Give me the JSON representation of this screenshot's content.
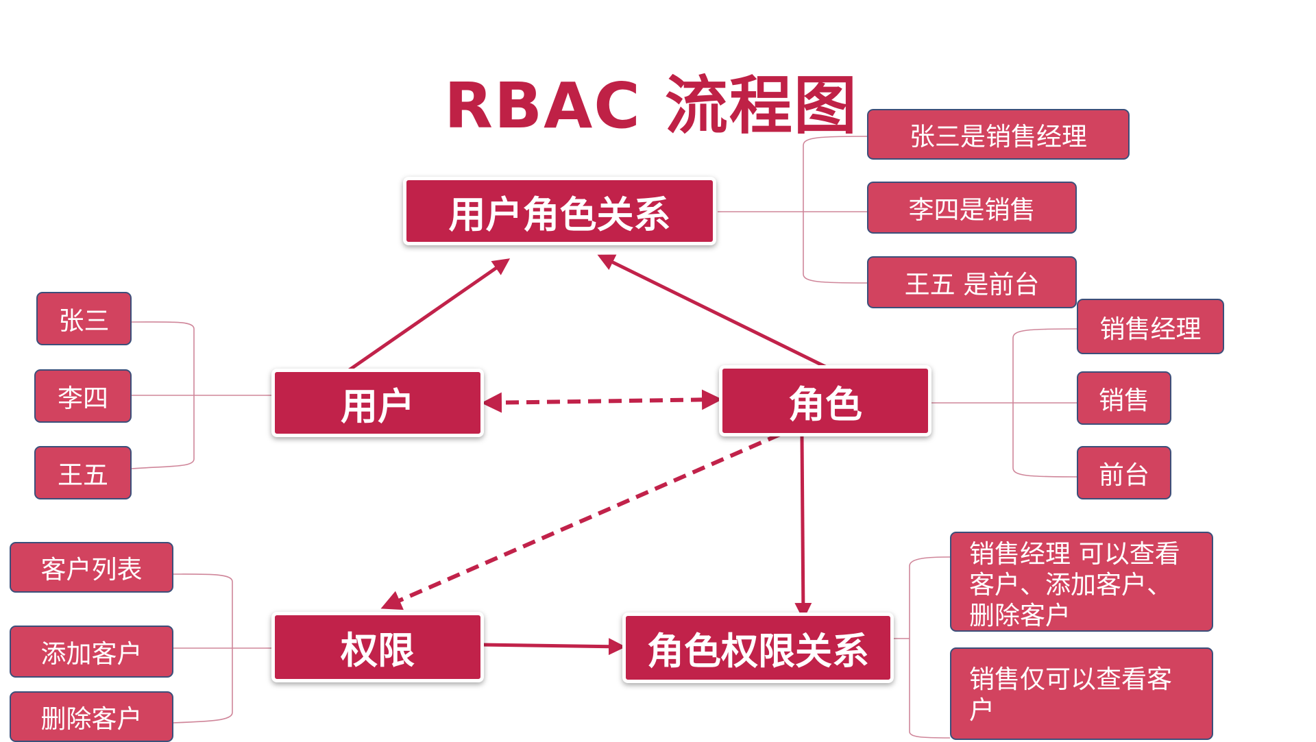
{
  "title": "RBAC 流程图",
  "nodes": {
    "user_role": "用户角色关系",
    "user": "用户",
    "role": "角色",
    "permission": "权限",
    "role_permission": "角色权限关系"
  },
  "users": [
    "张三",
    "李四",
    "王五"
  ],
  "user_role_examples": [
    "张三是销售经理",
    "李四是销售",
    "王五 是前台"
  ],
  "roles": [
    "销售经理",
    "销售",
    "前台"
  ],
  "permissions": [
    "客户列表",
    "添加客户",
    "删除客户"
  ],
  "role_permission_examples": [
    "销售经理 可以查看客户、添加客户、删除客户",
    "销售仅可以查看客户"
  ],
  "colors": {
    "primary": "#c1224a",
    "leaf": "#d2435f",
    "leaf_border": "#3b4f7a",
    "connector": "#c86b84"
  }
}
